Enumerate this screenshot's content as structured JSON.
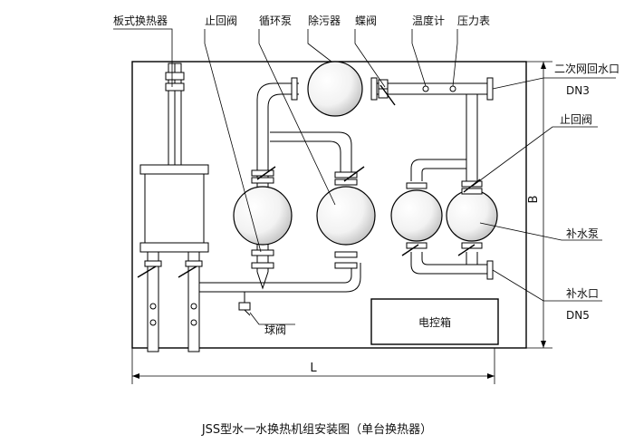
{
  "labels": {
    "plate_heat_exchanger": "板式换热器",
    "check_valve_top": "止回阀",
    "circulation_pump": "循环泵",
    "dirt_separator": "除污器",
    "butterfly_valve": "蝶阀",
    "thermometer": "温度计",
    "pressure_gauge": "压力表",
    "secondary_return": "二次网回水口",
    "secondary_return_size": "DN3",
    "check_valve_right": "止回阀",
    "makeup_pump": "补水泵",
    "makeup_inlet": "补水口",
    "makeup_inlet_size": "DN5",
    "ball_valve": "球阀",
    "control_box": "电控箱",
    "dim_length": "L",
    "dim_height": "B"
  },
  "caption": "JSS型水一水换热机组安装图（单台换热器）"
}
